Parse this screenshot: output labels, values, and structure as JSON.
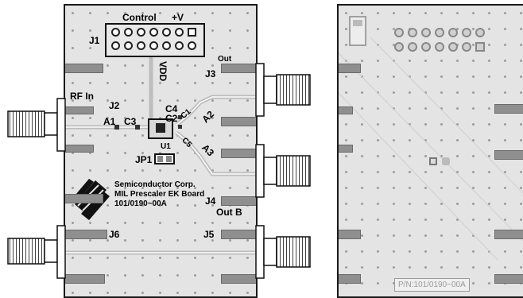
{
  "top_board": {
    "labels": {
      "control": "Control",
      "plus_v": "+V",
      "j1": "J1",
      "vdd": "VDD",
      "out": "Out",
      "j3": "J3",
      "rf_in": "RF In",
      "j2": "J2",
      "a1": "A1",
      "c3": "C3",
      "c4": "C4",
      "c2": "C2",
      "c1": "C1",
      "a2": "A2",
      "c5": "C5",
      "a3": "A3",
      "jp1": "JP1",
      "u1": "U1",
      "company": "Semiconductor Corp.",
      "product": "MIL Prescaler EK Board",
      "part": "101/0190~00A",
      "j4": "J4",
      "out_b": "Out B",
      "j6": "J6",
      "j5": "J5"
    }
  },
  "bottom_board": {
    "part_number": "P/N:101/0190~00A"
  },
  "colors": {
    "board": "#e4e4e4",
    "outline": "#1a1a1a",
    "pad": "#8f8f8f"
  }
}
